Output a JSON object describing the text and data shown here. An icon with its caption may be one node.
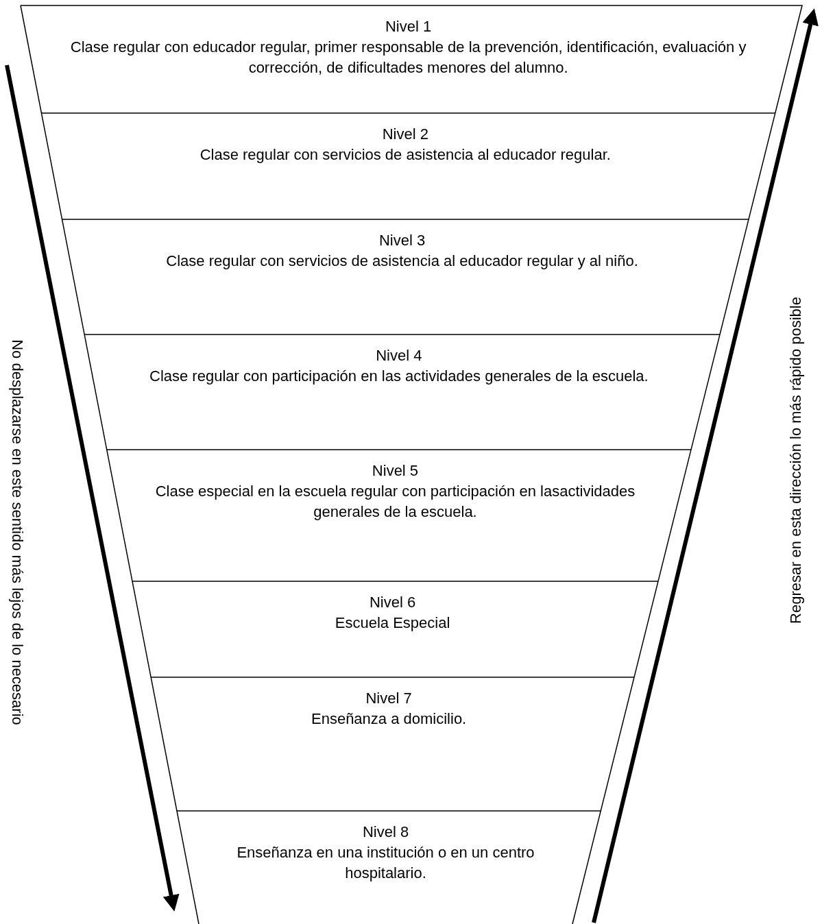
{
  "diagram": {
    "nodes": [
      {
        "text": [
          "Nivel 1",
          "Clase regular con educador regular, primer responsable de la prevención, identificación, evaluación y corrección, de dificultades menores del alumno."
        ]
      },
      {
        "text": [
          "Nivel 2",
          "Clase regular con servicios de asistencia al educador regular."
        ]
      },
      {
        "text": [
          "Nivel 3",
          "Clase regular con servicios de asistencia al educador regular y al niño."
        ]
      },
      {
        "text": [
          "Nivel 4",
          "Clase regular con participación en las actividades generales de la escuela."
        ]
      },
      {
        "text": [
          "Nivel 5",
          "Clase especial en la escuela regular con participación en lasactividades generales de la escuela."
        ]
      },
      {
        "text": [
          "Nivel 6",
          "Escuela Especial"
        ]
      },
      {
        "text": [
          "Nivel 7",
          "Enseñanza a domicilio."
        ]
      },
      {
        "text": [
          "Nivel 8",
          "Enseñanza en una institución o en un centro hospitalario."
        ]
      }
    ],
    "labels": [
      "No desplazarse en este sentido más lejos de lo necesario",
      "Regresar en esta dirección lo más rápido posible"
    ]
  }
}
